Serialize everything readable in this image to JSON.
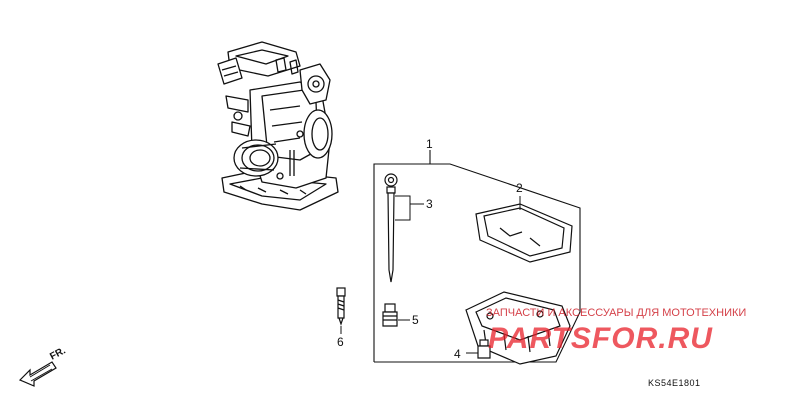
{
  "callouts": [
    "1",
    "2",
    "3",
    "4",
    "5",
    "6"
  ],
  "watermark": {
    "tagline": "ЗАПЧАСТИ И АКСЕССУАРЫ ДЛЯ МОТОТЕХНИКИ",
    "brand": "PARTSFOR.RU",
    "color": "#e8202a"
  },
  "front_label": "FR.",
  "drawing_code": "KS54E1801"
}
